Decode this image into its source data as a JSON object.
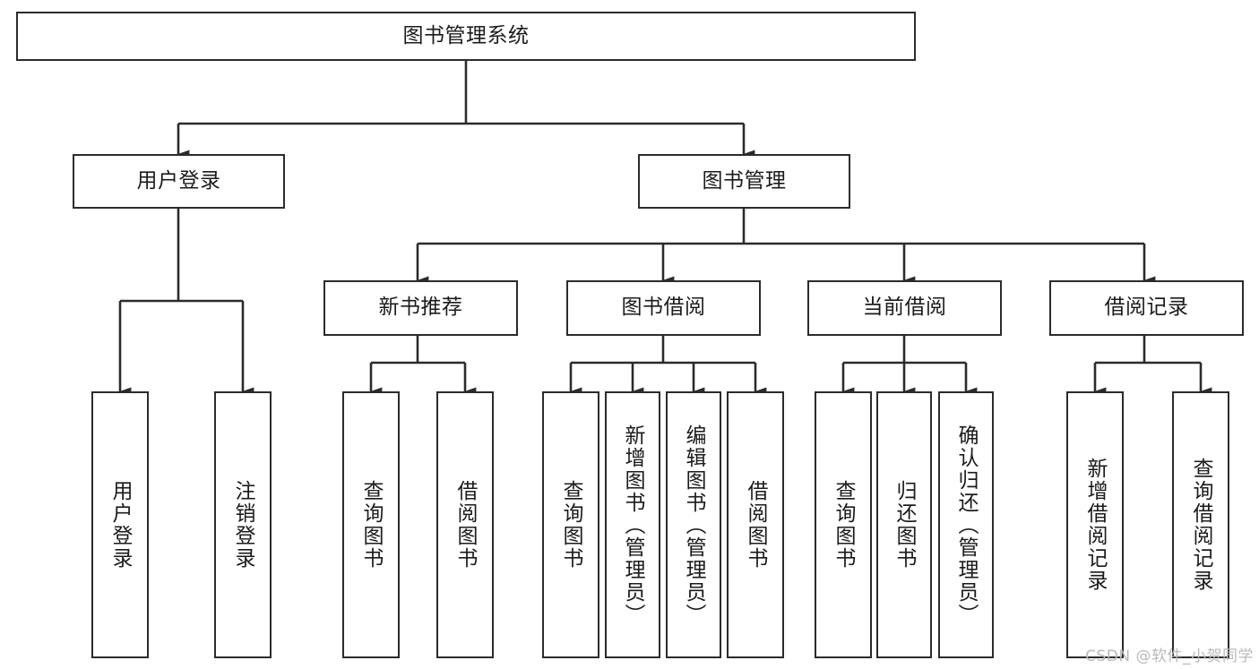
{
  "diagram": {
    "type": "tree-hierarchy-chart",
    "orientation": "top-down",
    "line_color": "#2b2b2b",
    "box_fill": "#ffffff",
    "text_color": "#1b1b1b",
    "root": {
      "id": "root",
      "label": "图书管理系统"
    },
    "level1": [
      {
        "id": "user-login",
        "label": "用户登录"
      },
      {
        "id": "book-management",
        "label": "图书管理"
      }
    ],
    "level2": [
      {
        "id": "new-book-recommend",
        "label": "新书推荐",
        "parent": "book-management"
      },
      {
        "id": "book-borrow",
        "label": "图书借阅",
        "parent": "book-management"
      },
      {
        "id": "current-borrow",
        "label": "当前借阅",
        "parent": "book-management"
      },
      {
        "id": "borrow-record",
        "label": "借阅记录",
        "parent": "book-management"
      }
    ],
    "leaves": [
      {
        "id": "leaf-user-login",
        "label": "用户登录",
        "parent": "user-login"
      },
      {
        "id": "leaf-logout",
        "label": "注销登录",
        "parent": "user-login"
      },
      {
        "id": "leaf-query-book-1",
        "label": "查询图书",
        "parent": "new-book-recommend"
      },
      {
        "id": "leaf-borrow-book-1",
        "label": "借阅图书",
        "parent": "new-book-recommend"
      },
      {
        "id": "leaf-query-book-2",
        "label": "查询图书",
        "parent": "book-borrow"
      },
      {
        "id": "leaf-add-book",
        "label": "新增图书（管理员）",
        "parent": "book-borrow"
      },
      {
        "id": "leaf-edit-book",
        "label": "编辑图书（管理员）",
        "parent": "book-borrow"
      },
      {
        "id": "leaf-borrow-book-2",
        "label": "借阅图书",
        "parent": "book-borrow"
      },
      {
        "id": "leaf-query-book-3",
        "label": "查询图书",
        "parent": "current-borrow"
      },
      {
        "id": "leaf-return-book",
        "label": "归还图书",
        "parent": "current-borrow"
      },
      {
        "id": "leaf-confirm-return",
        "label": "确认归还（管理员）",
        "parent": "current-borrow"
      },
      {
        "id": "leaf-add-record",
        "label": "新增借阅记录",
        "parent": "borrow-record"
      },
      {
        "id": "leaf-query-record",
        "label": "查询借阅记录",
        "parent": "borrow-record"
      }
    ]
  },
  "watermark": {
    "text": "CSDN @软件_小贺同学"
  }
}
